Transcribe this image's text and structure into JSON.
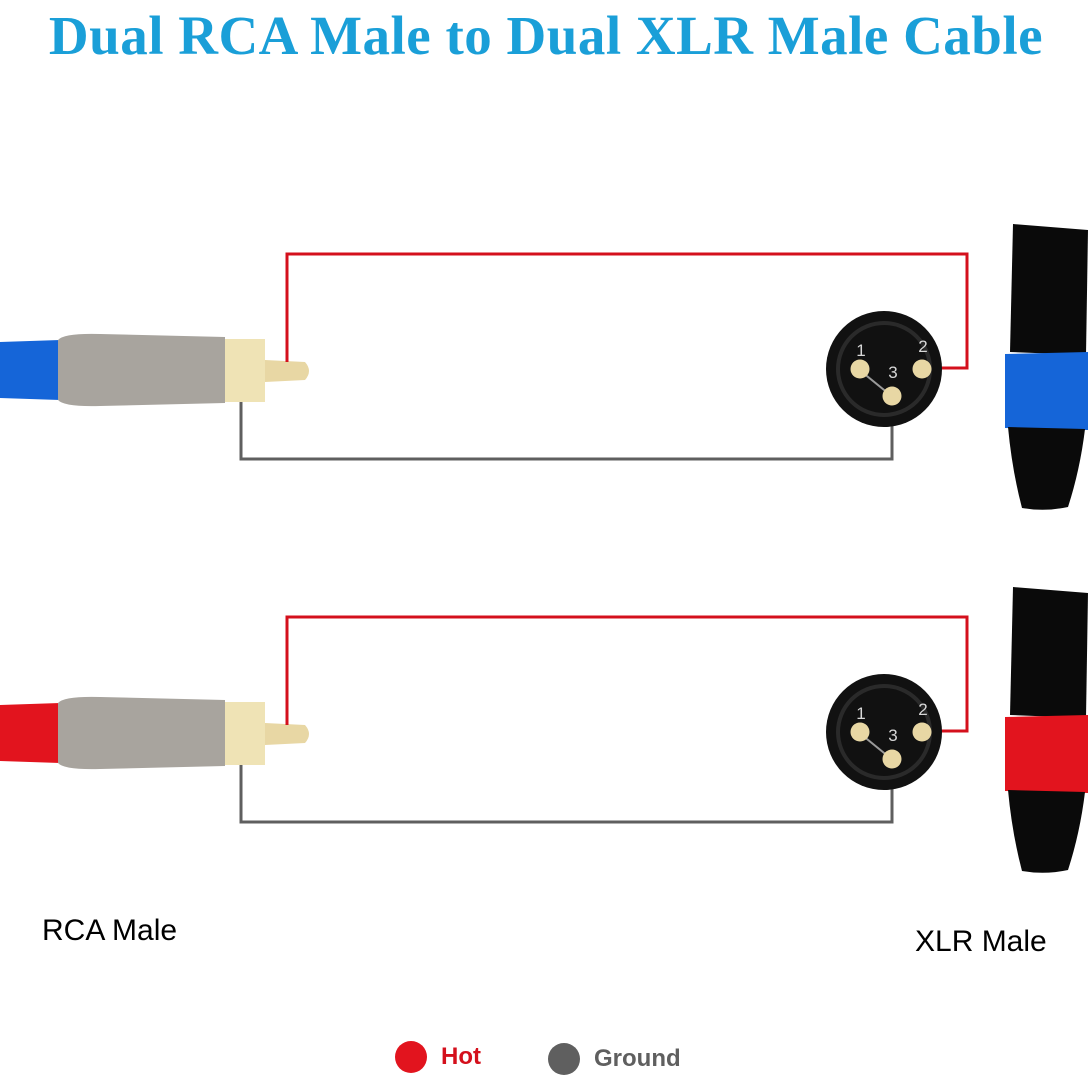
{
  "title": "Dual RCA Male to Dual XLR Male Cable",
  "colors": {
    "title": "#1a9fd8",
    "hot": "#d4101c",
    "ground": "#5f5f5f",
    "rca_body": "#a8a49e",
    "rca_collar": "#efe3b5",
    "pin": "#e8d7a4",
    "xlr_face": "#111111",
    "xlr_body": "#0a0a0a"
  },
  "labels": {
    "rca_male": "RCA Male",
    "xlr_male": "XLR Male"
  },
  "channels": [
    {
      "name": "blue",
      "cap_color": "#1565d8",
      "pins": [
        {
          "id": "pin-1",
          "label": "1"
        },
        {
          "id": "pin-2",
          "label": "2"
        },
        {
          "id": "pin-3",
          "label": "3"
        }
      ]
    },
    {
      "name": "red",
      "cap_color": "#e2141e",
      "pins": [
        {
          "id": "pin-1",
          "label": "1"
        },
        {
          "id": "pin-2",
          "label": "2"
        },
        {
          "id": "pin-3",
          "label": "3"
        }
      ]
    }
  ],
  "legend": [
    {
      "label": "Hot",
      "color": "#e2141e",
      "text_color": "#d4101c"
    },
    {
      "label": "Ground",
      "color": "#5f5f5f",
      "text_color": "#5f5f5f"
    }
  ]
}
